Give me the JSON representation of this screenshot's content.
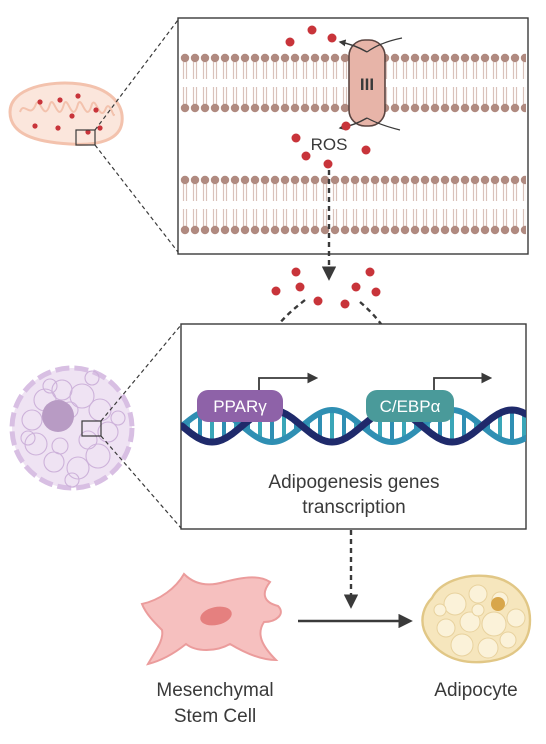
{
  "diagram": {
    "complex_label": "III",
    "ros_label": "ROS",
    "transcription_factors": [
      {
        "label": "PPARγ",
        "color": "#8e62a8"
      },
      {
        "label": "C/EBPα",
        "color": "#4a9a9a"
      }
    ],
    "transcription_caption": [
      "Adipogenesis genes",
      "transcription"
    ],
    "source_cell": [
      "Mesenchymal",
      "Stem Cell"
    ],
    "target_cell": [
      "Adipocyte"
    ],
    "colors": {
      "membrane_head": "#b08a80",
      "membrane_tail": "#d9c2bb",
      "ros_dot": "#c8343a",
      "dna_dark": "#1f2a6b",
      "dna_light": "#2f8fb3",
      "stem_cell": "#f1a7a7",
      "adipocyte": "#f3deae",
      "nucleus_cell": "#e6d7ee",
      "mitochondrion": "#f3c2ad"
    }
  }
}
